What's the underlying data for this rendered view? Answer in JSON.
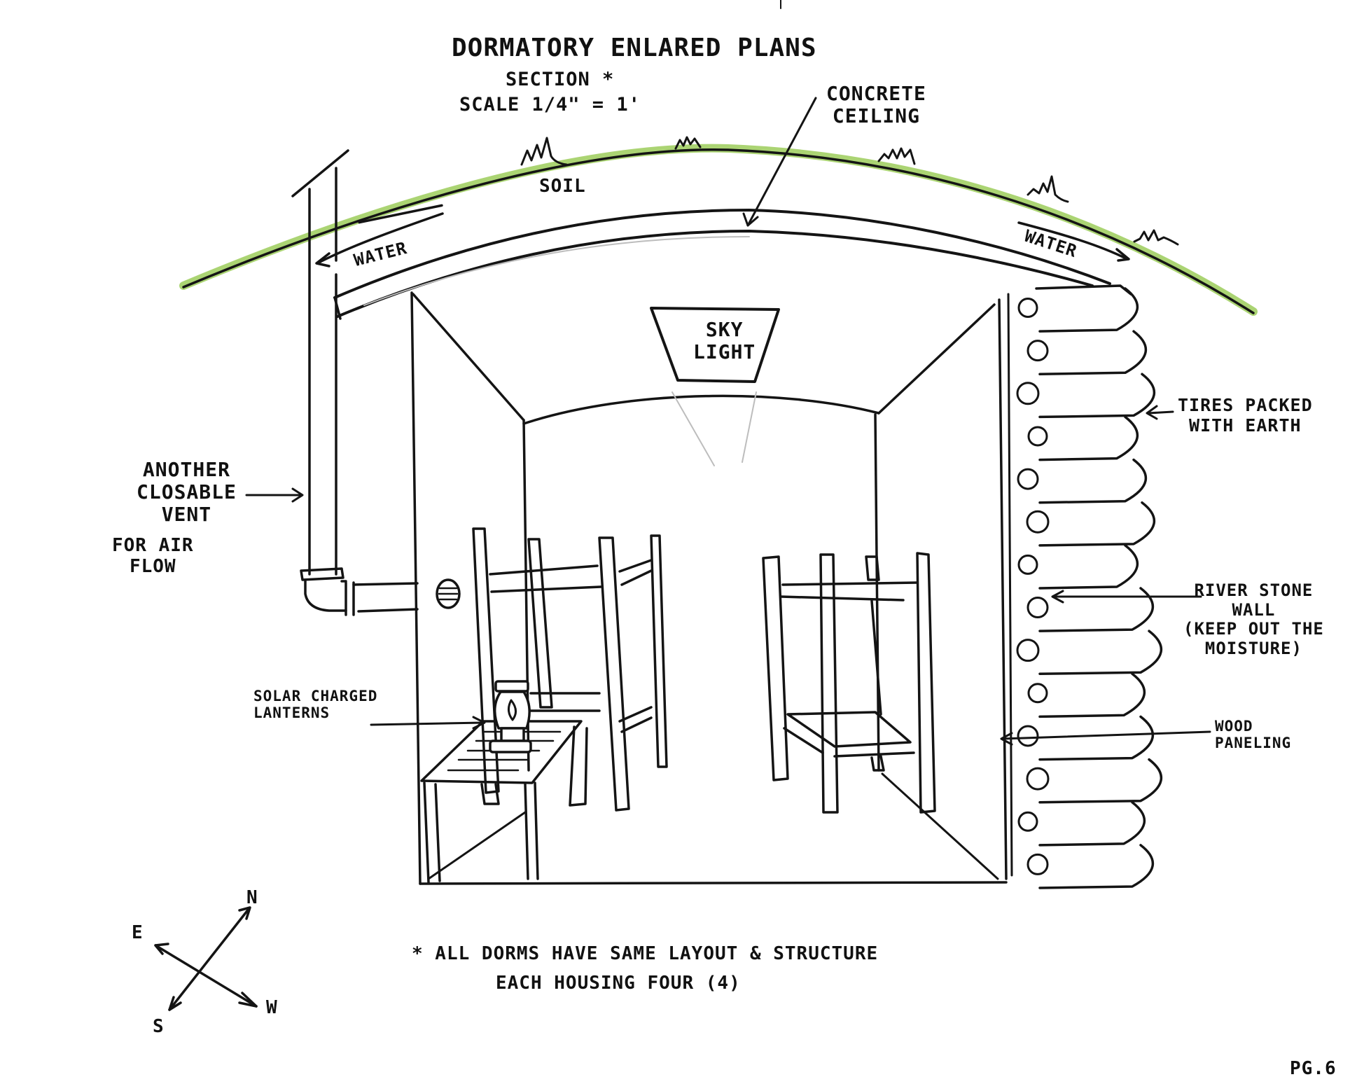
{
  "title": {
    "heading": "DORMATORY ENLARED PLANS",
    "subheading": "SECTION *",
    "scale": "SCALE 1/4\" = 1'"
  },
  "labels": {
    "concrete_ceiling": [
      "CONCRETE",
      "CEILING"
    ],
    "soil": "SOIL",
    "water_left": "WATER",
    "water_right": "WATER",
    "skylight": [
      "SKY",
      "LIGHT"
    ],
    "vent": [
      "ANOTHER",
      "CLOSABLE",
      "VENT"
    ],
    "vent_purpose": [
      "FOR AIR",
      "FLOW"
    ],
    "lanterns": [
      "SOLAR CHARGED",
      "LANTERNS"
    ],
    "tires": [
      "TIRES PACKED",
      "WITH EARTH"
    ],
    "river_stone": [
      "RIVER STONE",
      "WALL",
      "(KEEP OUT THE",
      "MOISTURE)"
    ],
    "wood_paneling": [
      "WOOD",
      "PANELING"
    ]
  },
  "compass": {
    "north": "N",
    "east": "E",
    "south": "S",
    "west": "W"
  },
  "footnote": {
    "line1": "* ALL DORMS HAVE SAME LAYOUT & STRUCTURE",
    "line2": "EACH HOUSING FOUR (4)"
  },
  "page_number": "PG.6",
  "colors": {
    "ink": "#141414",
    "grass": "#9ccc5a",
    "paper": "#ffffff"
  },
  "icons": {
    "compass": "compass-rose-icon",
    "lantern": "lantern-icon",
    "vent": "vent-grille-icon",
    "grass_tuft": "grass-tuft-icon"
  }
}
